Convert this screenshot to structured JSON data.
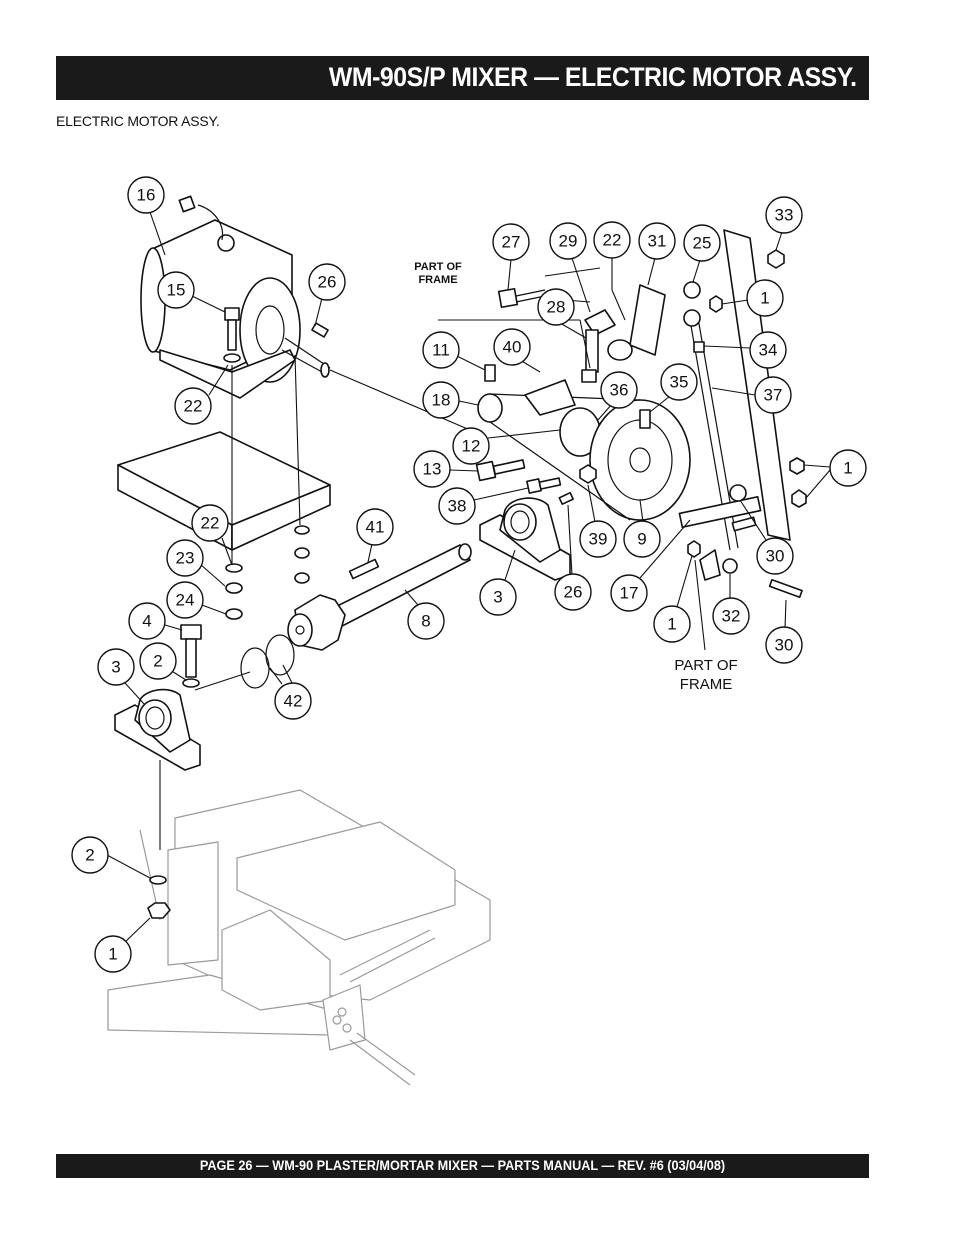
{
  "header": {
    "title": "WM-90S/P MIXER   — ELECTRIC MOTOR ASSY."
  },
  "section": {
    "subtitle": "ELECTRIC MOTOR ASSY."
  },
  "notes": {
    "part_of_frame_upper": [
      "PART OF",
      "FRAME"
    ],
    "part_of_frame_lower": [
      "PART OF",
      "FRAME"
    ]
  },
  "callouts": [
    {
      "id": "c16",
      "label": "16"
    },
    {
      "id": "c15",
      "label": "15"
    },
    {
      "id": "c26a",
      "label": "26"
    },
    {
      "id": "c22a",
      "label": "22"
    },
    {
      "id": "c22b",
      "label": "22"
    },
    {
      "id": "c23",
      "label": "23"
    },
    {
      "id": "c24",
      "label": "24"
    },
    {
      "id": "c4",
      "label": "4"
    },
    {
      "id": "c3a",
      "label": "3"
    },
    {
      "id": "c2a",
      "label": "2"
    },
    {
      "id": "c42",
      "label": "42"
    },
    {
      "id": "c41",
      "label": "41"
    },
    {
      "id": "c8",
      "label": "8"
    },
    {
      "id": "c3b",
      "label": "3"
    },
    {
      "id": "c26b",
      "label": "26"
    },
    {
      "id": "c27",
      "label": "27"
    },
    {
      "id": "c29",
      "label": "29"
    },
    {
      "id": "c22c",
      "label": "22"
    },
    {
      "id": "c31",
      "label": "31"
    },
    {
      "id": "c25",
      "label": "25"
    },
    {
      "id": "c33",
      "label": "33"
    },
    {
      "id": "c28",
      "label": "28"
    },
    {
      "id": "c1a",
      "label": "1"
    },
    {
      "id": "c11",
      "label": "11"
    },
    {
      "id": "c40",
      "label": "40"
    },
    {
      "id": "c34",
      "label": "34"
    },
    {
      "id": "c18",
      "label": "18"
    },
    {
      "id": "c36",
      "label": "36"
    },
    {
      "id": "c35",
      "label": "35"
    },
    {
      "id": "c37",
      "label": "37"
    },
    {
      "id": "c12",
      "label": "12"
    },
    {
      "id": "c13",
      "label": "13"
    },
    {
      "id": "c1b",
      "label": "1"
    },
    {
      "id": "c38",
      "label": "38"
    },
    {
      "id": "c39",
      "label": "39"
    },
    {
      "id": "c9",
      "label": "9"
    },
    {
      "id": "c30a",
      "label": "30"
    },
    {
      "id": "c17",
      "label": "17"
    },
    {
      "id": "c1c",
      "label": "1"
    },
    {
      "id": "c32",
      "label": "32"
    },
    {
      "id": "c30b",
      "label": "30"
    },
    {
      "id": "c2b",
      "label": "2"
    },
    {
      "id": "c1d",
      "label": "1"
    }
  ],
  "footer": {
    "text": "PAGE 26 — WM-90 PLASTER/MORTAR  MIXER — PARTS MANUAL — REV. #6 (03/04/08)"
  },
  "colors": {
    "bar": "#1a1a1a",
    "frame_ghost": "#9a9a9a"
  }
}
